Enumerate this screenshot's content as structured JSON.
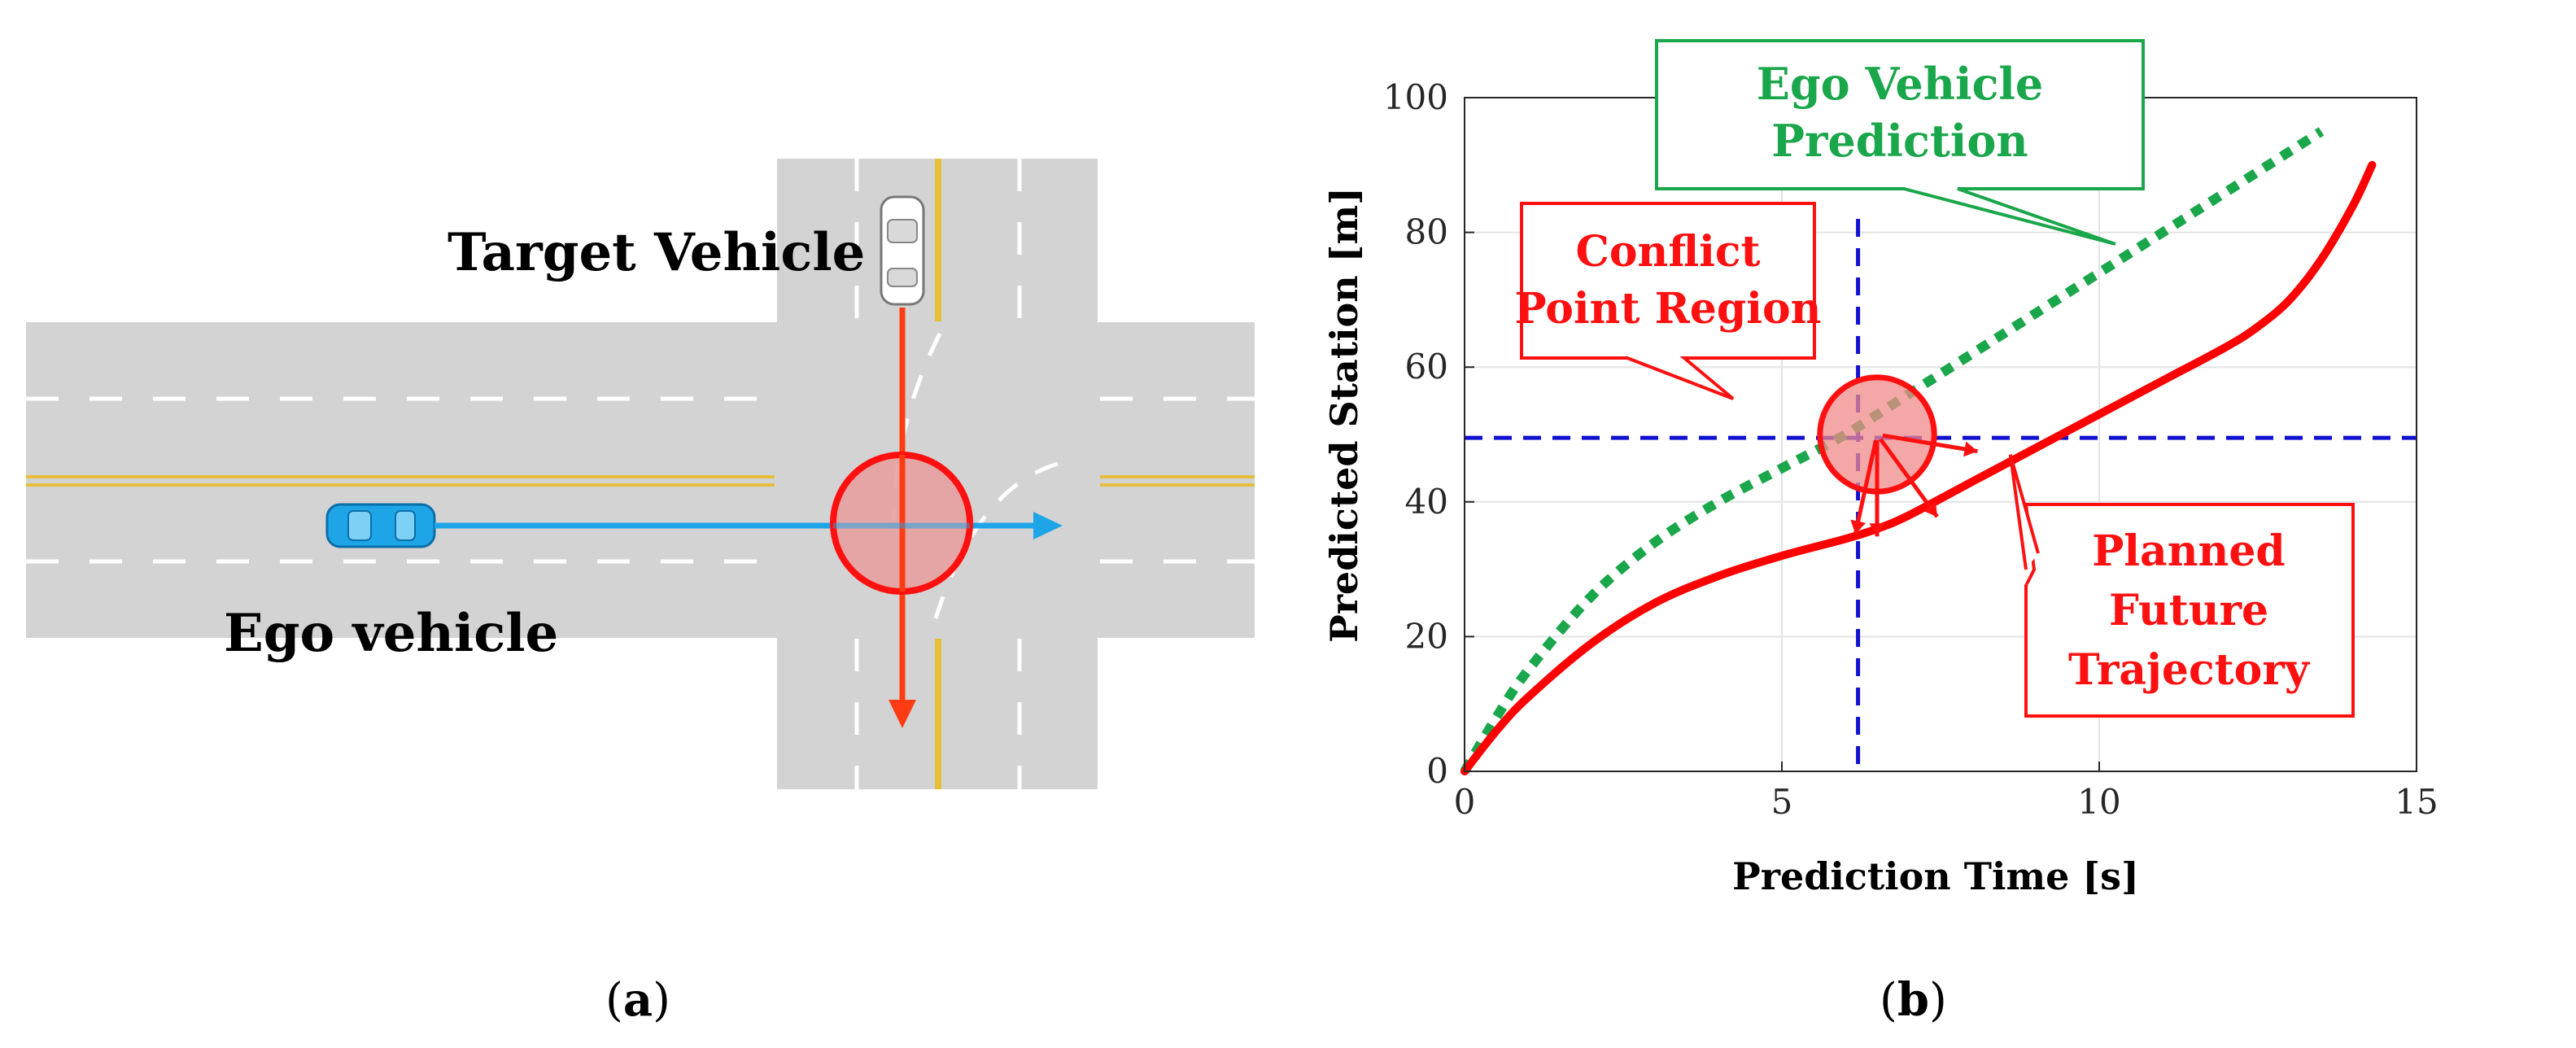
{
  "panel_a": {
    "target_label": "Target Vehicle",
    "ego_label": "Ego vehicle",
    "caption_prefix": "(",
    "caption_letter": "a",
    "caption_suffix": ")",
    "colors": {
      "road": "#d3d3d3",
      "lane_marking": "#ffffff",
      "center_line": "#e6bf3a",
      "target_path": "#ff3b12",
      "ego_path": "#1ea5e8",
      "conflict_fill": "#e8a0a0",
      "conflict_stroke": "#ff1010"
    },
    "icons": {
      "target_car": "car-top-view-white",
      "ego_car": "car-top-view-blue"
    }
  },
  "panel_b": {
    "caption_prefix": "(",
    "caption_letter": "b",
    "caption_suffix": ")",
    "annotations": {
      "ego_prediction": [
        "Ego Vehicle",
        "Prediction"
      ],
      "conflict_region": [
        "Conflict",
        "Point Region"
      ],
      "planned_trajectory": [
        "Planned",
        "Future",
        "Trajectory"
      ]
    }
  },
  "chart_data": {
    "type": "line",
    "xlabel": "Prediction Time [s]",
    "ylabel": "Predicted Station [m]",
    "xlim": [
      0,
      15
    ],
    "ylim": [
      0,
      100
    ],
    "xticks": [
      0,
      5,
      10,
      15
    ],
    "yticks": [
      0,
      20,
      40,
      60,
      80,
      100
    ],
    "grid": true,
    "series": [
      {
        "name": "Ego Vehicle Prediction",
        "style": "dotted",
        "color": "#1aa64a",
        "x": [
          0,
          0.5,
          1,
          2,
          3,
          4,
          5,
          6,
          7,
          8,
          9,
          10,
          11,
          12,
          13,
          13.5
        ],
        "y": [
          0,
          8,
          15,
          26,
          34,
          40,
          45,
          50,
          56,
          62,
          68,
          74,
          80,
          86,
          92,
          95
        ]
      },
      {
        "name": "Planned Future Trajectory",
        "style": "solid",
        "color": "#ff0000",
        "x": [
          0,
          0.5,
          1,
          2,
          3,
          4,
          5,
          6,
          6.5,
          7,
          8,
          9,
          10,
          11,
          12,
          12.5,
          13,
          13.5,
          14,
          14.3
        ],
        "y": [
          0,
          6,
          11,
          19,
          25,
          29,
          32,
          34.5,
          36,
          38,
          43,
          48,
          53,
          58,
          63,
          66,
          70,
          76,
          84,
          90
        ]
      }
    ],
    "reference_lines": {
      "x": 6.2,
      "y": 49.5,
      "color": "#1010d0",
      "style": "dashed"
    },
    "conflict_point": {
      "x": 6.5,
      "y": 50,
      "radius_x": 0.9
    }
  }
}
